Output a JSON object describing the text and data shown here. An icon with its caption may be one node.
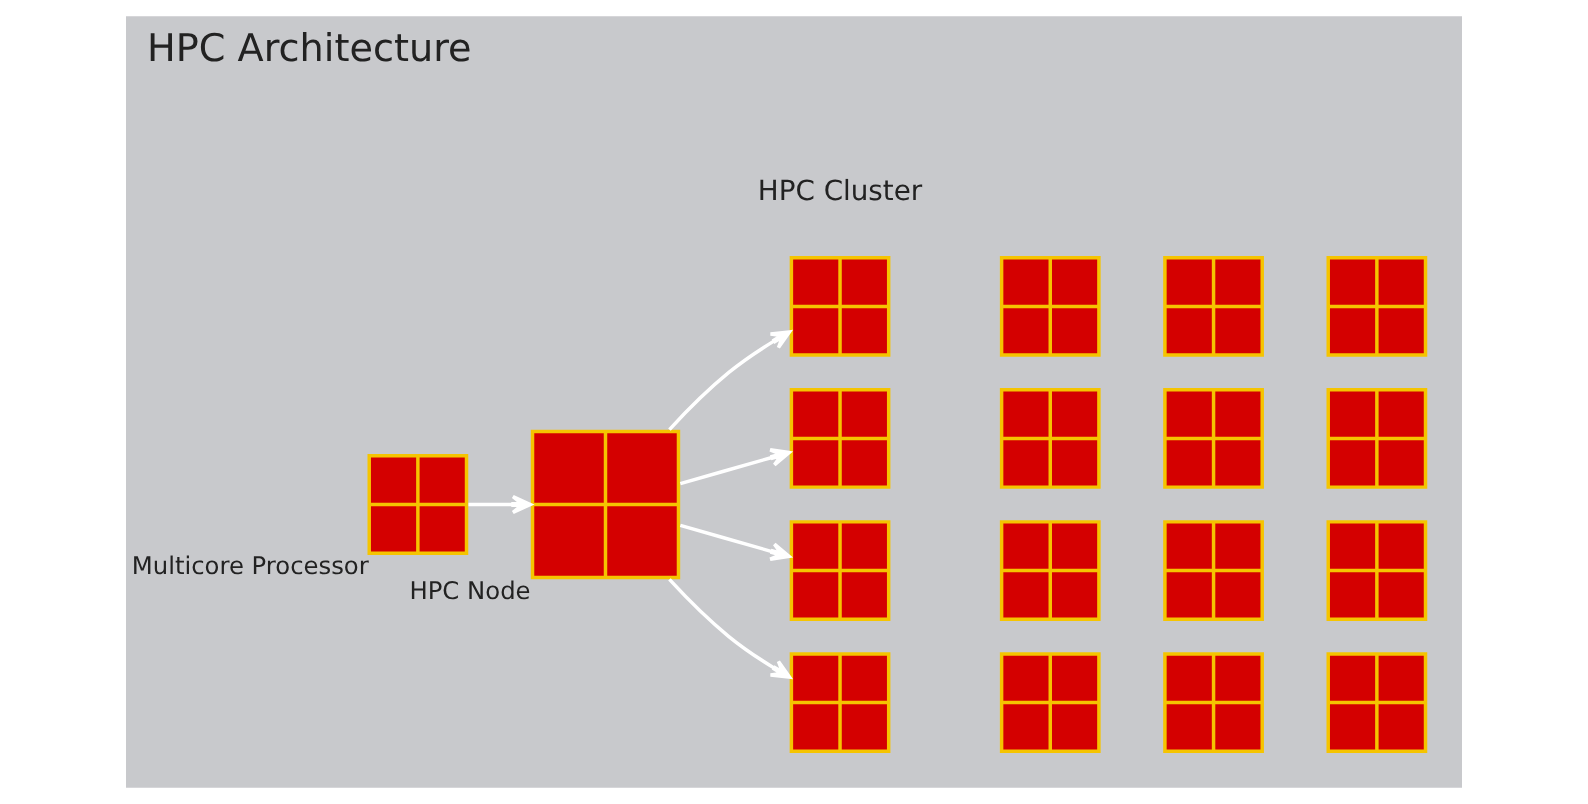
{
  "diagram": {
    "title": "HPC Architecture",
    "nodes": [
      {
        "text": [],
        "shape": "box",
        "beside": [
          "Multicore Processor"
        ]
      },
      {
        "text": [],
        "shape": "box",
        "beside": [
          "HPC Node"
        ]
      },
      {
        "text": [],
        "shape": "box"
      },
      {
        "text": [],
        "shape": "box"
      },
      {
        "text": [],
        "shape": "box"
      },
      {
        "text": [],
        "shape": "box"
      },
      {
        "text": [],
        "shape": "box"
      },
      {
        "text": [],
        "shape": "box"
      },
      {
        "text": [],
        "shape": "box"
      },
      {
        "text": [],
        "shape": "box"
      },
      {
        "text": [],
        "shape": "box"
      },
      {
        "text": [],
        "shape": "box"
      },
      {
        "text": [],
        "shape": "box"
      },
      {
        "text": [],
        "shape": "box"
      },
      {
        "text": [],
        "shape": "box"
      },
      {
        "text": [],
        "shape": "box"
      },
      {
        "text": [],
        "shape": "box"
      },
      {
        "text": [],
        "shape": "box"
      }
    ],
    "edges": [
      {
        "from": 0,
        "to": 1,
        "arrow": "to"
      },
      {
        "from": 1,
        "to": 2,
        "arrow": "to"
      },
      {
        "from": 1,
        "to": 6,
        "arrow": "to"
      },
      {
        "from": 1,
        "to": 10,
        "arrow": "to"
      },
      {
        "from": 1,
        "to": 14,
        "arrow": "to"
      }
    ],
    "labels": [
      "HPC Cluster"
    ]
  }
}
